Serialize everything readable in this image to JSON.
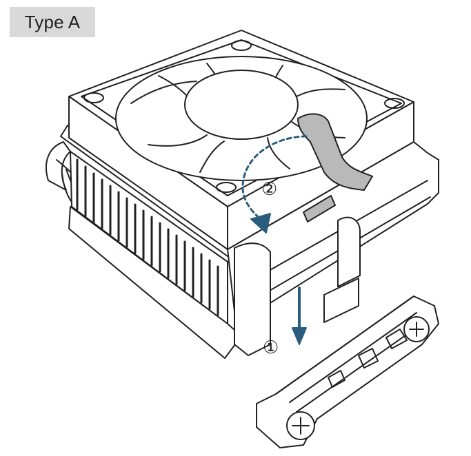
{
  "header": {
    "type_label": "Type A"
  },
  "steps": [
    {
      "marker": "①"
    },
    {
      "marker": "②"
    }
  ],
  "colors": {
    "line": "#231f20",
    "arrow": "#2a5c7e",
    "highlight": "#b9b9b9",
    "tag_background": "#d9d9d9"
  },
  "icons": [
    "fan-icon",
    "heatsink-icon",
    "clip-lever-icon",
    "retention-bracket-icon",
    "screw-icon"
  ]
}
